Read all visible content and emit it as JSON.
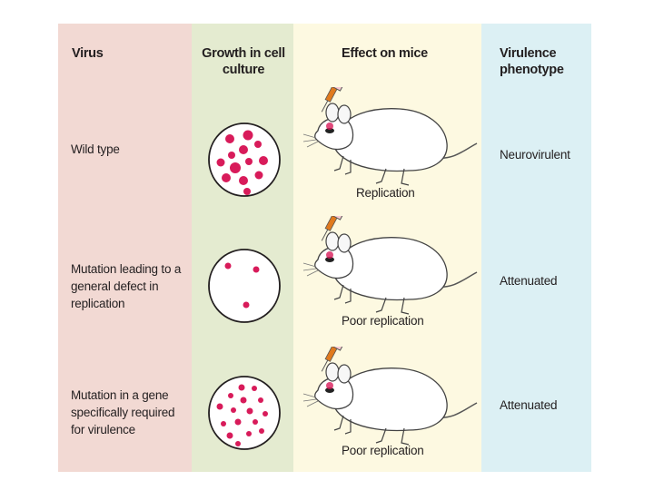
{
  "headers": {
    "virus": "Virus",
    "growth": "Growth in cell culture",
    "effect": "Effect on mice",
    "phenotype": "Virulence phenotype"
  },
  "rows": [
    {
      "virus": "Wild type",
      "effect": "Replication",
      "phenotype": "Neurovirulent",
      "colonies": "many"
    },
    {
      "virus": "Mutation leading to a general defect in replication",
      "effect": "Poor replication",
      "phenotype": "Attenuated",
      "colonies": "few"
    },
    {
      "virus": "Mutation in a gene specifically required for virulence",
      "effect": "Poor replication",
      "phenotype": "Attenuated",
      "colonies": "many-small"
    }
  ],
  "colors": {
    "virus_column": "#f2d9d3",
    "growth_column": "#e4ebd0",
    "effect_column": "#fdf9e1",
    "phenotype_column": "#dcf0f4",
    "plaque": "#d81b5a"
  }
}
